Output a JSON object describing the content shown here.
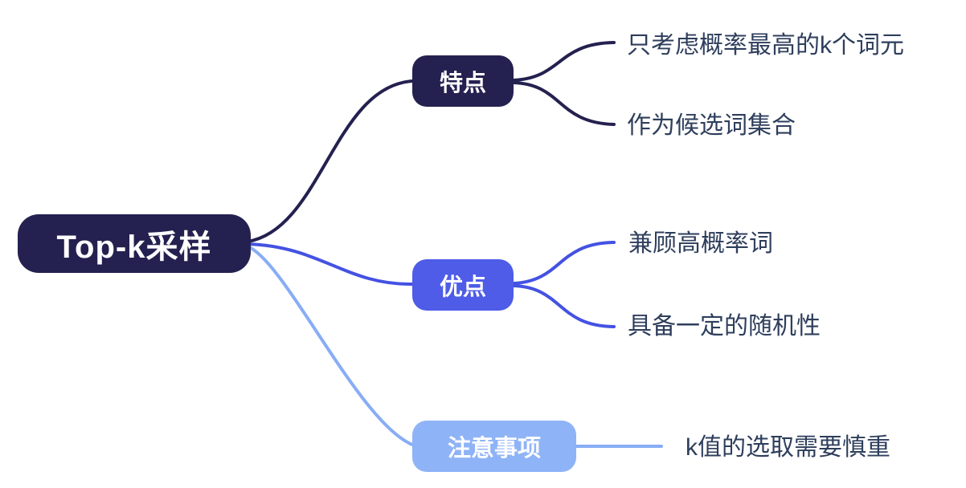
{
  "root": {
    "label": "Top-k采样"
  },
  "branches": [
    {
      "label": "特点",
      "color": "#242150",
      "children": [
        {
          "label": "只考虑概率最高的k个词元"
        },
        {
          "label": "作为候选词集合"
        }
      ]
    },
    {
      "label": "优点",
      "color": "#4e5ce8",
      "children": [
        {
          "label": "兼顾高概率词"
        },
        {
          "label": "具备一定的随机性"
        }
      ]
    },
    {
      "label": "注意事项",
      "color": "#8fb3f7",
      "children": [
        {
          "label": "k值的选取需要慎重"
        }
      ]
    }
  ],
  "colors": {
    "background": "#ffffff",
    "root_fill": "#242150",
    "branch1_fill": "#242150",
    "branch1_edge": "#242150",
    "branch2_fill": "#4e5ce8",
    "branch2_edge": "#4452e2",
    "branch3_fill": "#8fb3f7",
    "branch3_edge": "#88adf5",
    "leaf_text": "#2e3e5c",
    "node_text": "#ffffff"
  }
}
